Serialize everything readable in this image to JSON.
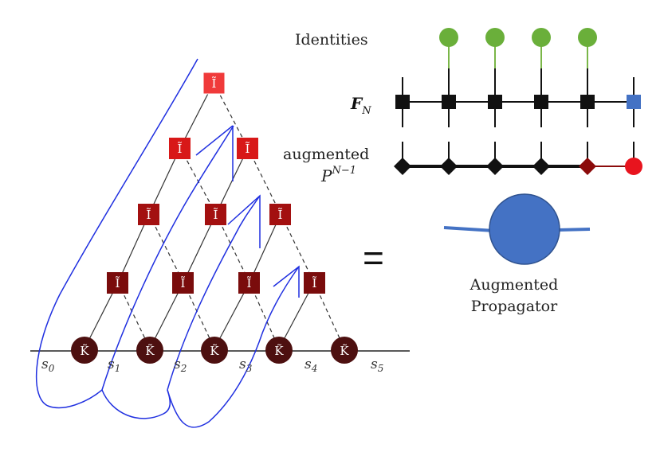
{
  "colors": {
    "node_top": "#f03a3a",
    "node_row2": "#d81818",
    "node_mid": "#a31010",
    "node_dark": "#7a0c0c",
    "k_node": "#4d1010",
    "blue_path": "#1f2fe0",
    "green": "#7ab648",
    "green_dot": "#6aaf3a",
    "blue_square": "#4472c4",
    "diamond_dark": "#8b0b0b",
    "red_dot": "#e8141e",
    "propagator": "#4472c4"
  },
  "triangle": {
    "identity_symbol": "Ĩ",
    "k_symbol": "K̃",
    "baseline_labels": [
      "s0",
      "s1",
      "s2",
      "s3",
      "s4",
      "s5"
    ],
    "label_base": "s",
    "label_subscripts": [
      "0",
      "1",
      "2",
      "3",
      "4",
      "5"
    ]
  },
  "tensor_network": {
    "identities_label": "Identities",
    "fn_label_main": "F",
    "fn_label_sub": "N",
    "augmented_label_line1": "augmented",
    "augmented_label_base": "P",
    "augmented_label_sup": "N−1"
  },
  "equals_sign": "=",
  "propagator_caption": {
    "line1": "Augmented",
    "line2": "Propagator"
  }
}
